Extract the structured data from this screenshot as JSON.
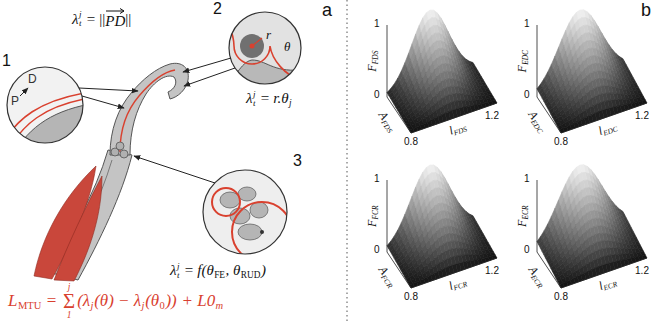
{
  "diagram": {
    "labels": [
      "a",
      "b",
      "1",
      "D",
      "P",
      "2",
      "r",
      "θ",
      "3",
      "λ",
      "j",
      "t",
      "=",
      "||",
      "PD",
      "||",
      "λ",
      "j",
      "t",
      "=",
      "r.θ",
      "j",
      "λ",
      "j",
      "t",
      "=",
      "f(θ",
      "FE",
      ", θ",
      "RUD",
      ")",
      "L",
      "MTU",
      "=",
      "Σ",
      "j",
      "1",
      "(λ",
      "j",
      "(θ) − λ",
      "j",
      "(θ",
      "0",
      "))",
      "+ L0",
      "m",
      "1",
      "0",
      "F",
      "FDS",
      "A",
      "FDS",
      "0.8",
      "l",
      "FDS",
      "1.2",
      "1",
      "0",
      "F",
      "EDC",
      "A",
      "EDC",
      "0.8",
      "l",
      "EDC",
      "1.2",
      "1",
      "0",
      "F",
      "FCR",
      "A",
      "FCR",
      "0.8",
      "l",
      "FCR",
      "1.2",
      "1",
      "0",
      "F",
      "ECR",
      "A",
      "ECR",
      "0.8",
      "l",
      "ECR",
      "1.2"
    ]
  }
}
